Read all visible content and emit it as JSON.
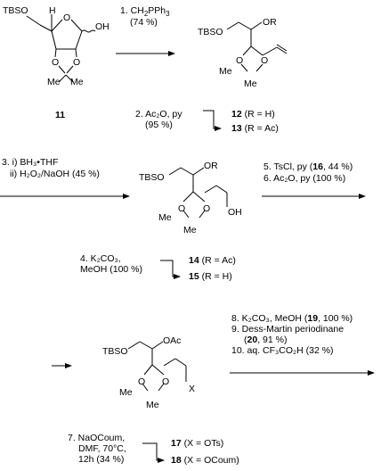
{
  "scheme": {
    "start": {
      "number": "11",
      "tbso": "TBSO",
      "h": "H",
      "o_ring": "O",
      "oh": "OH",
      "o1": "O",
      "o2": "O",
      "me1": "Me",
      "me2": "Me"
    },
    "step1": {
      "reagent": "1. CH",
      "reagent_sub": "2",
      "reagent_tail": "PPh",
      "reagent_sub2": "3",
      "yield": "(74 %)"
    },
    "alkene": {
      "tbso": "TBSO",
      "or": "OR",
      "o1": "O",
      "o2": "O",
      "me1": "Me",
      "me2": "Me"
    },
    "step2": {
      "line1": "2. Ac₂O, py",
      "line2": "(95 %)",
      "p12_num": "12",
      "p12_label": " (R = H)",
      "p13_num": "13",
      "p13_label": " (R = Ac)"
    },
    "step3": {
      "line1": "3. i) BH₃•THF",
      "line2": "ii) H₂O₂/NaOH (45 %)"
    },
    "alcohol": {
      "tbso": "TBSO",
      "or": "OR",
      "o1": "O",
      "o2": "O",
      "me1": "Me",
      "me2": "Me",
      "oh": "OH"
    },
    "step4": {
      "line1": "4. K₂CO₃,",
      "line2": "MeOH (100 %)",
      "p14_num": "14",
      "p14_label": " (R = Ac)",
      "p15_num": "15",
      "p15_label": " (R = H)"
    },
    "step56": {
      "line1_a": "5. TsCl, py (",
      "line1_num": "16",
      "line1_b": ", 44 %)",
      "line2": "6. Ac₂O, py (100 %)"
    },
    "acetate": {
      "tbso": "TBSO",
      "oac": "OAc",
      "o1": "O",
      "o2": "O",
      "me1": "Me",
      "me2": "Me",
      "x": "X"
    },
    "step7": {
      "line1": "7. NaOCoum,",
      "line2": "DMF, 70°C,",
      "line3": "12h  (34 %)",
      "p17_num": "17",
      "p17_label": " (X = OTs)",
      "p18_num": "18",
      "p18_label": " (X = OCoum)"
    },
    "step8_10": {
      "line1_a": "8. K₂CO₃, MeOH (",
      "line1_num": "19",
      "line1_b": ", 100 %)",
      "line2": "9. Dess-Martin periodinane",
      "line3_a": "(",
      "line3_num": "20",
      "line3_b": ", 91 %)",
      "line4": "10. aq. CF₃CO₂H (32 %)"
    }
  }
}
